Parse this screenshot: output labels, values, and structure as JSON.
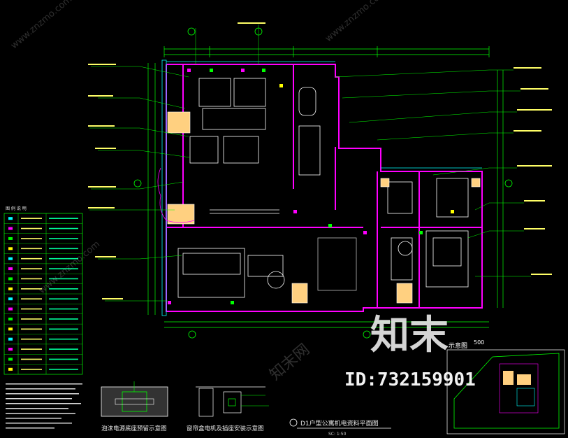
{
  "plan": {
    "title": "D1户型公寓机电资料平面图",
    "scale": "SC: 1:50"
  },
  "details": {
    "socket_detail_title": "泡沫电源底座预留示意图",
    "curtain_detail_title": "窗帘盒电机及插座安装示意图"
  },
  "keyplan": {
    "title": "示意图",
    "scale_label": "500"
  },
  "watermark": {
    "brand_cn": "知末",
    "brand_small": "知末网",
    "id_text": "ID:732159901",
    "url_text": "www.znzmo.com"
  },
  "legend": {
    "header": "图 例 说 明",
    "rows": 16
  },
  "colors": {
    "background": "#000000",
    "wall": "#ff00ff",
    "dimension": "#00ff00",
    "furniture": "#ffffff",
    "fill": "#ffd080",
    "annotation": "#ffff00",
    "boundary": "#00ffff"
  }
}
